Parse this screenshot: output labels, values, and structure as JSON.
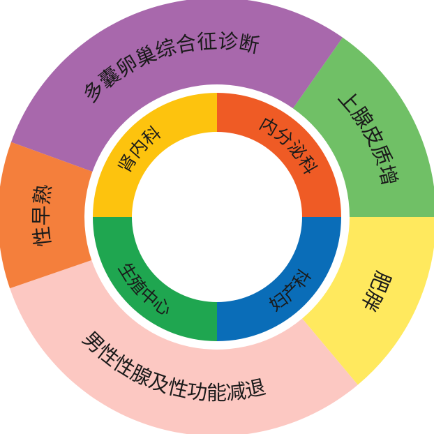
{
  "outer_ring": [
    {
      "label": "多囊卵巢综合征诊断",
      "color": "#a868ac"
    },
    {
      "label": "肾上腺皮质增生",
      "color": "#70c066"
    },
    {
      "label": "肥胖",
      "color": "#ffe95e"
    },
    {
      "label": "男性性腺及性功能减退",
      "color": "#fcc8c2"
    },
    {
      "label": "性早熟",
      "color": "#f47f3c"
    }
  ],
  "inner_ring": [
    {
      "label": "内分泌科",
      "color": "#ef5b25"
    },
    {
      "label": "妇产科",
      "color": "#0a6db8"
    },
    {
      "label": "生殖中心",
      "color": "#1fa650"
    },
    {
      "label": "肾内科",
      "color": "#fdc30e"
    }
  ]
}
